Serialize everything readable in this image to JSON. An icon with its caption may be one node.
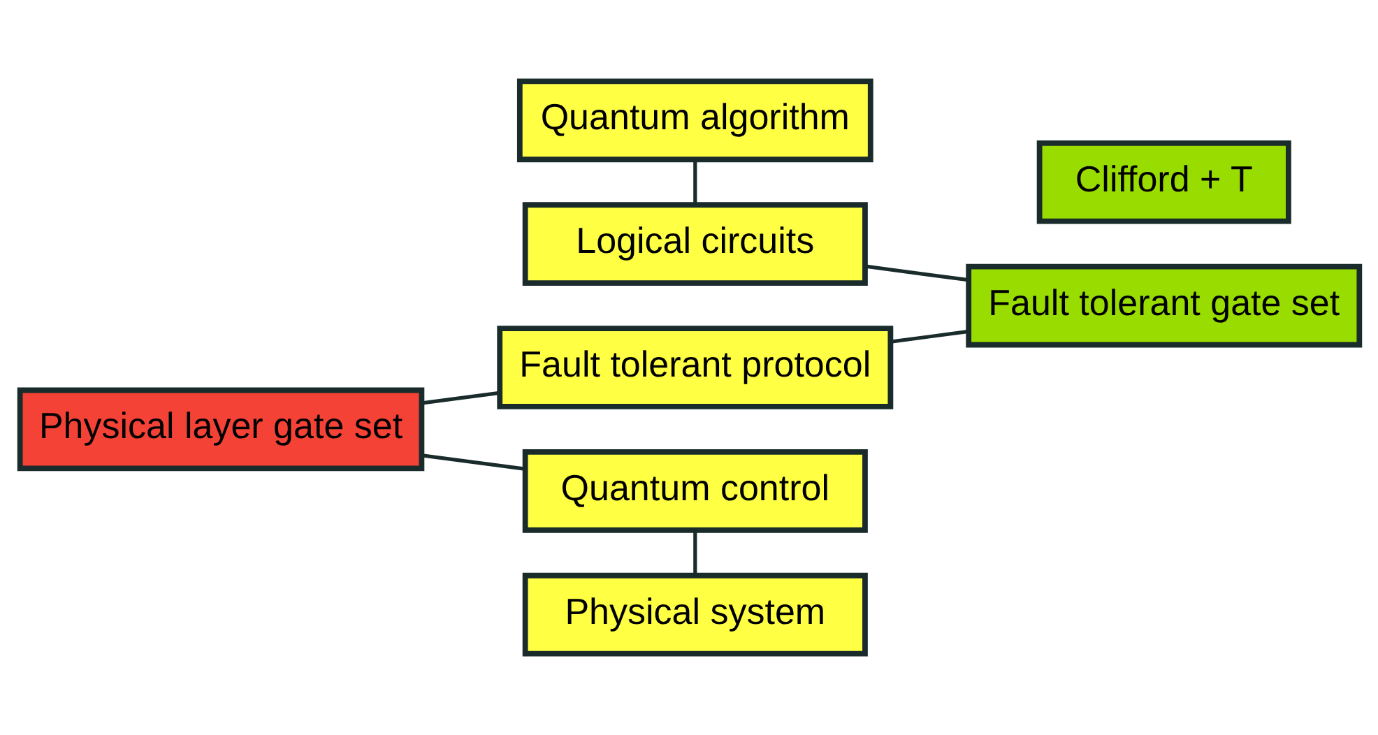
{
  "diagram": {
    "nodes": [
      {
        "text": [
          "Quantum algorithm"
        ]
      },
      {
        "text": [
          "Logical circuits"
        ]
      },
      {
        "text": [
          "Fault tolerant protocol"
        ]
      },
      {
        "text": [
          "Quantum control"
        ]
      },
      {
        "text": [
          "Physical system"
        ]
      },
      {
        "text": [
          "Physical layer gate set"
        ]
      },
      {
        "text": [
          "Fault tolerant gate set"
        ]
      },
      {
        "text": [
          "Clifford + T"
        ]
      }
    ],
    "edges": [
      {
        "from": 0,
        "to": 1,
        "arrow": "none"
      },
      {
        "from": 1,
        "to": 6,
        "arrow": "none"
      },
      {
        "from": 2,
        "to": 6,
        "arrow": "none"
      },
      {
        "from": 5,
        "to": 2,
        "arrow": "none"
      },
      {
        "from": 5,
        "to": 3,
        "arrow": "none"
      },
      {
        "from": 3,
        "to": 4,
        "arrow": "none"
      }
    ]
  }
}
